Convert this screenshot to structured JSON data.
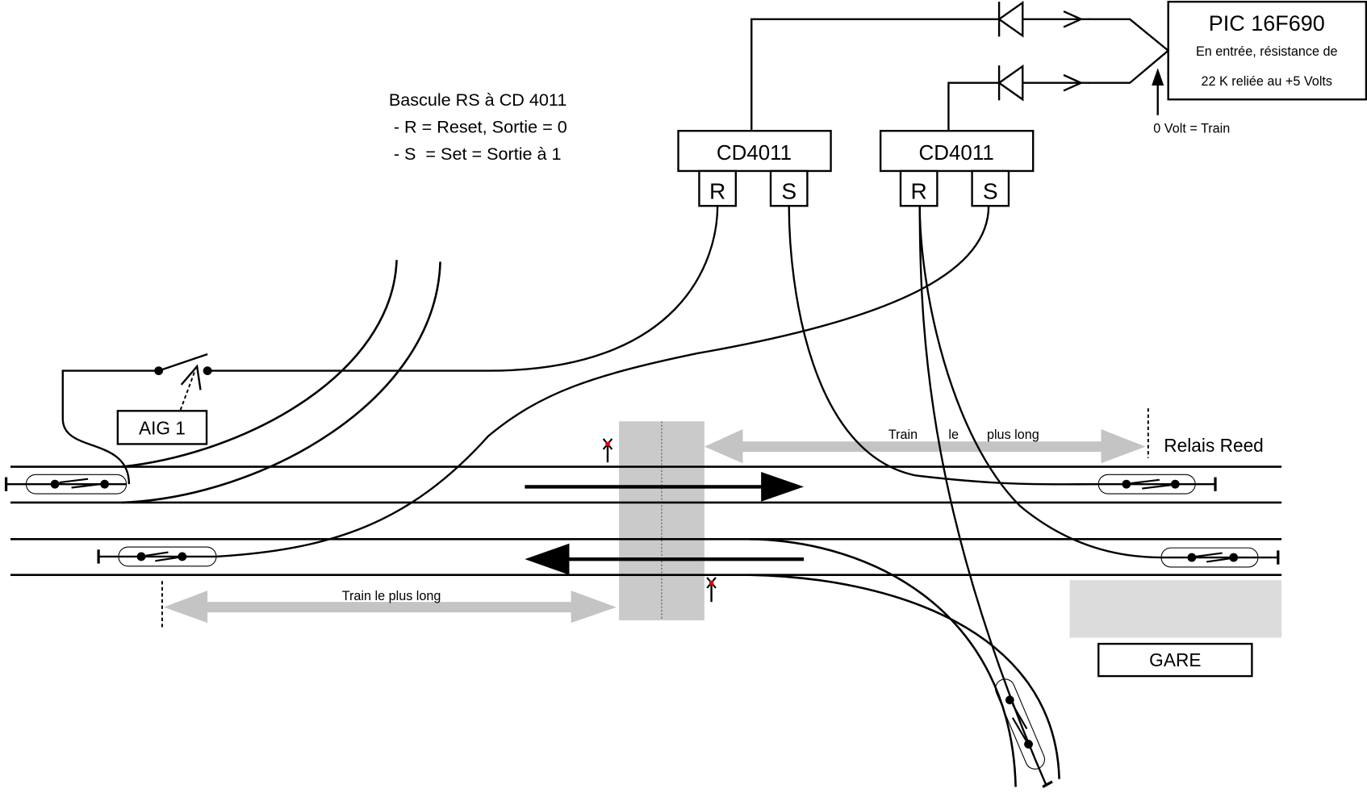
{
  "title": "Schéma détection train — bascule RS CD4011 vers PIC 16F690",
  "colors": {
    "line": "#000000",
    "measure_arrow": "#c4c4c4",
    "bridge": "#bdbdbd",
    "station_zone": "#dcdcdc",
    "signal_light": "#e00000",
    "background": "#ffffff"
  },
  "legend": {
    "title": "Bascule RS à CD 4011",
    "line_reset": " - R = Reset, Sortie = 0",
    "line_set": " - S  = Set = Sortie à 1"
  },
  "pic": {
    "name": "PIC 16F690",
    "line1": "En entrée, résistance de",
    "line2": "22 K reliée au +5 Volts",
    "input_note": "0 Volt = Train"
  },
  "flipflops": [
    {
      "label": "CD4011",
      "reset_pin": "R",
      "set_pin": "S"
    },
    {
      "label": "CD4011",
      "reset_pin": "R",
      "set_pin": "S"
    }
  ],
  "diodes": [
    {
      "icon": "diode-icon"
    },
    {
      "icon": "diode-icon"
    }
  ],
  "switch": {
    "label": "AIG 1",
    "icon": "switch-icon"
  },
  "measures": {
    "top": {
      "word1": "Train",
      "word2": "le",
      "word3": "plus long"
    },
    "bottom": {
      "text": "Train le plus long"
    }
  },
  "labels": {
    "reed": "Relais Reed",
    "station": "GARE"
  },
  "icons": {
    "reed_relay": "reed-relay-icon",
    "signal": "signal-icon",
    "direction_arrow": "direction-arrow-icon",
    "ground": "ground-icon"
  }
}
